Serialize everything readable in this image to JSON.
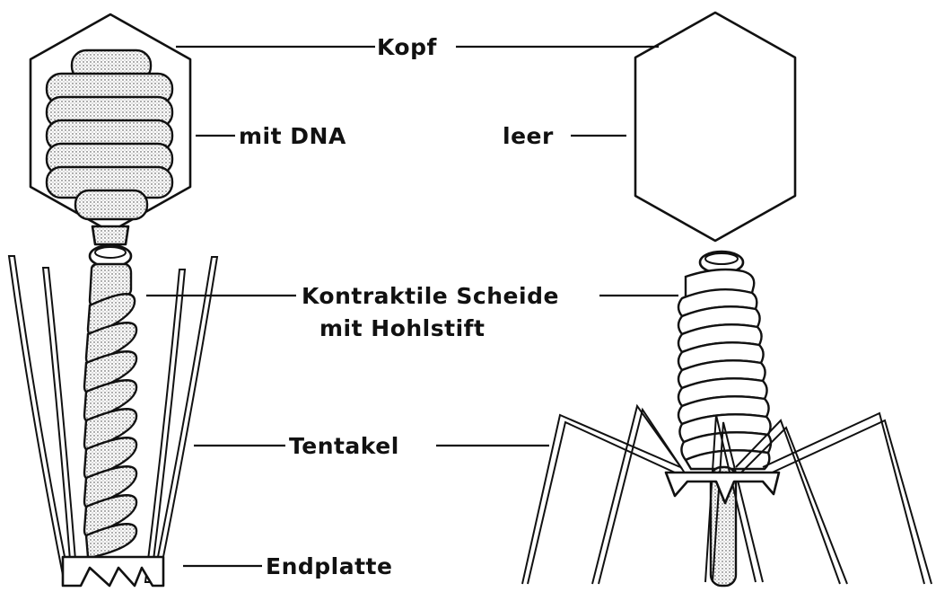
{
  "labels": {
    "head": "Kopf",
    "with_dna": "mit DNA",
    "empty": "leer",
    "sheath_line1": "Kontraktile Scheide",
    "sheath_line2": "mit Hohlstift",
    "tentacles": "Tentakel",
    "end_plate": "Endplatte"
  }
}
